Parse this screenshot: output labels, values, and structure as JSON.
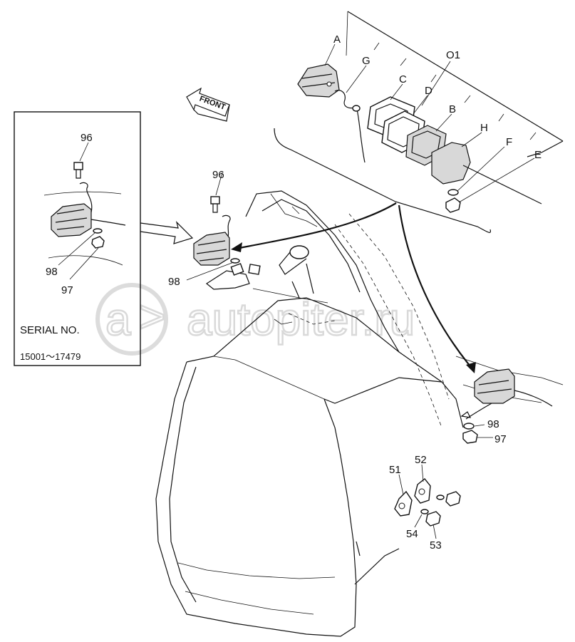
{
  "front_label": "FRONT",
  "watermark": "autopiter.ru",
  "inset": {
    "serial_label": "SERIAL  NO.",
    "serial_range": "15001～17479",
    "callouts": {
      "bolt": "96",
      "washer": "98",
      "nut": "97"
    }
  },
  "main_callouts": {
    "bolt": "96",
    "washer": "98"
  },
  "exploded_callouts": {
    "A": "A",
    "G": "G",
    "C": "C",
    "O1": "O1",
    "D": "D",
    "B": "B",
    "H": "H",
    "F": "F",
    "E": "E"
  },
  "rear_lamp_callouts": {
    "washer": "98",
    "nut": "97"
  },
  "bracket_callouts": {
    "c51": "51",
    "c52": "52",
    "c53": "53",
    "c54": "54"
  }
}
